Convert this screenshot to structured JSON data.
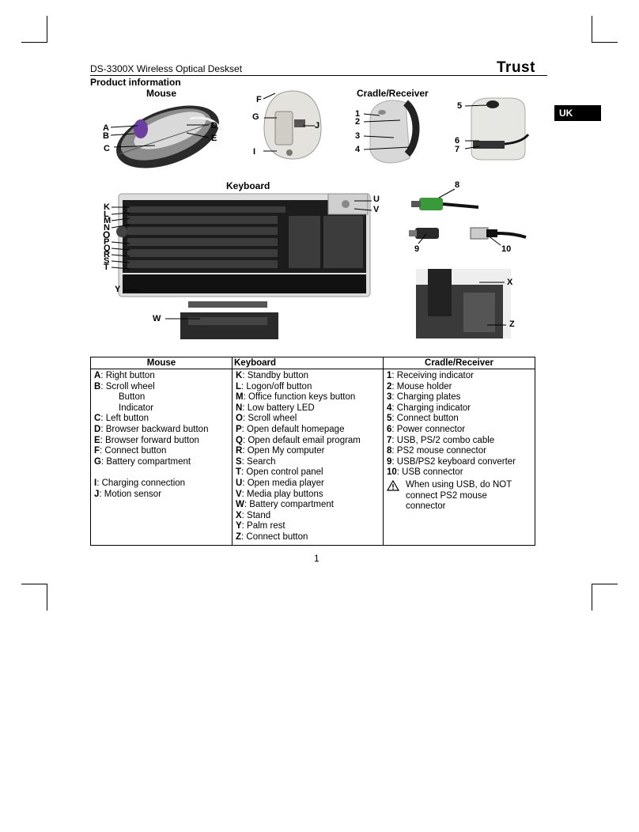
{
  "header": {
    "title": "DS-3300X Wireless Optical Deskset",
    "logo": "Trust",
    "lang_tab": "UK"
  },
  "section_title": "Product information",
  "figures": {
    "mouse": {
      "heading": "Mouse",
      "callouts": [
        "A",
        "B",
        "C",
        "D",
        "E"
      ]
    },
    "mouse_bottom": {
      "callouts": [
        "F",
        "G",
        "J",
        "I"
      ]
    },
    "cradle": {
      "heading": "Cradle/Receiver",
      "callouts": [
        "1",
        "2",
        "3",
        "4"
      ]
    },
    "cradle_back": {
      "callouts": [
        "5",
        "6",
        "7"
      ]
    },
    "keyboard": {
      "heading": "Keyboard",
      "callouts": [
        "K",
        "L",
        "M",
        "N",
        "O",
        "P",
        "Q",
        "R",
        "S",
        "T",
        "U",
        "V",
        "Y",
        "W"
      ]
    },
    "cables": {
      "callouts": [
        "8",
        "9",
        "10"
      ]
    },
    "stand": {
      "callouts": [
        "X",
        "Z"
      ]
    }
  },
  "table": {
    "headers": [
      "Mouse",
      "Keyboard",
      "Cradle/Receiver"
    ],
    "mouse": [
      {
        "k": "A",
        "t": ":  Right button"
      },
      {
        "k": "B",
        "t": ":  Scroll wheel"
      },
      {
        "k": "",
        "t": "Button"
      },
      {
        "k": "",
        "t": "Indicator"
      },
      {
        "k": "C",
        "t": ":  Left button"
      },
      {
        "k": "D",
        "t": ":  Browser backward button"
      },
      {
        "k": "E",
        "t": ":  Browser forward button"
      },
      {
        "k": "F",
        "t": ":  Connect button"
      },
      {
        "k": "G",
        "t": ":  Battery compartment"
      },
      {
        "k": "",
        "t": ""
      },
      {
        "k": "I",
        "t": ":   Charging connection"
      },
      {
        "k": "J",
        "t": ":  Motion sensor"
      }
    ],
    "keyboard": [
      {
        "k": "K",
        "t": ":  Standby button"
      },
      {
        "k": "L",
        "t": ":  Logon/off button"
      },
      {
        "k": "M",
        "t": ": Office function keys button"
      },
      {
        "k": "N",
        "t": ":  Low battery LED"
      },
      {
        "k": "O",
        "t": ":  Scroll wheel"
      },
      {
        "k": "P",
        "t": ":  Open default homepage"
      },
      {
        "k": "Q",
        "t": ":  Open default email program"
      },
      {
        "k": "R",
        "t": ":  Open My computer"
      },
      {
        "k": "S",
        "t": ":  Search"
      },
      {
        "k": "T",
        "t": ":  Open control panel"
      },
      {
        "k": "U",
        "t": ":  Open media player"
      },
      {
        "k": "V",
        "t": ":  Media play buttons"
      },
      {
        "k": "W",
        "t": ": Battery compartment"
      },
      {
        "k": "X",
        "t": ":  Stand"
      },
      {
        "k": "Y",
        "t": ":  Palm rest"
      },
      {
        "k": "Z",
        "t": ":  Connect button"
      }
    ],
    "cradle": [
      {
        "k": "1",
        "t": ": Receiving indicator"
      },
      {
        "k": "2",
        "t": ": Mouse holder"
      },
      {
        "k": "3",
        "t": ": Charging plates"
      },
      {
        "k": "4",
        "t": ": Charging indicator"
      },
      {
        "k": "5",
        "t": ": Connect button"
      },
      {
        "k": "6",
        "t": ": Power connector"
      },
      {
        "k": "7",
        "t": ": USB, PS/2 combo cable"
      },
      {
        "k": "8",
        "t": ": PS2 mouse connector"
      },
      {
        "k": "9",
        "t": ": USB/PS2 keyboard converter"
      },
      {
        "k": "10",
        "t": ": USB connector"
      }
    ],
    "note": "When using USB, do NOT\nconnect PS2 mouse\nconnector"
  },
  "page_number": "1"
}
